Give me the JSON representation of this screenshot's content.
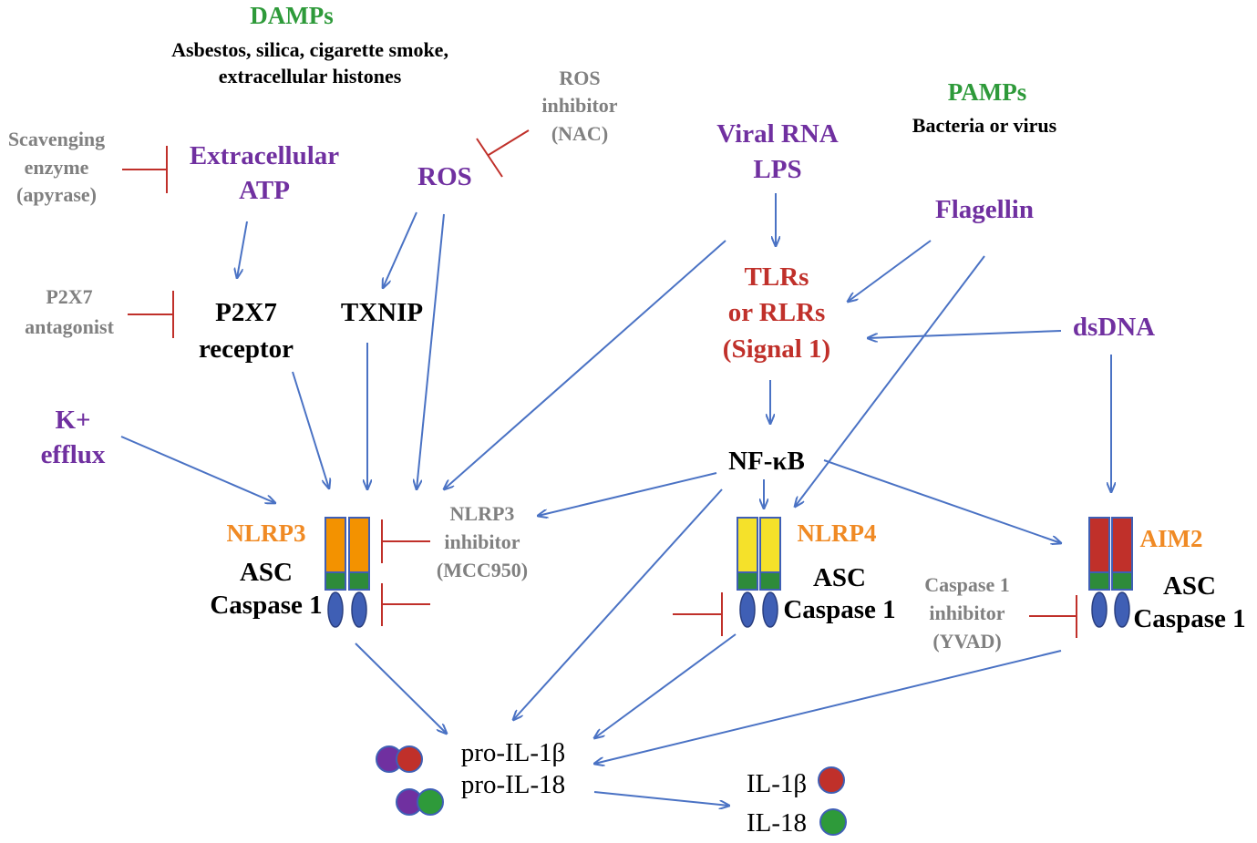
{
  "damps": {
    "title": "DAMPs",
    "line1": "Asbestos, silica, cigarette smoke,",
    "line2": "extracellular histones"
  },
  "pamps": {
    "title": "PAMPs",
    "subtitle": "Bacteria or virus"
  },
  "scavenging": {
    "line1": "Scavenging",
    "line2": "enzyme",
    "line3": "(apyrase)"
  },
  "extracellular_atp": {
    "line1": "Extracellular",
    "line2": "ATP"
  },
  "ros_inhibitor": {
    "line1": "ROS",
    "line2": "inhibitor",
    "line3": "(NAC)"
  },
  "ros": "ROS",
  "viral_rna": {
    "line1": "Viral RNA",
    "line2": "LPS"
  },
  "flagellin": "Flagellin",
  "p2x7_antagonist": {
    "line1": "P2X7",
    "line2": "antagonist"
  },
  "p2x7_receptor": {
    "line1": "P2X7",
    "line2": "receptor"
  },
  "txnip": "TXNIP",
  "tlrs": {
    "line1": "TLRs",
    "line2": "or RLRs",
    "line3": "(Signal 1)"
  },
  "dsdna": "dsDNA",
  "k_efflux": {
    "line1": "K+",
    "line2": "efflux"
  },
  "nfkb": "NF-κB",
  "nlrp3_inhibitor": {
    "line1": "NLRP3",
    "line2": "inhibitor",
    "line3": "(MCC950)"
  },
  "caspase_inhibitor": {
    "line1": "Caspase 1",
    "line2": "inhibitor",
    "line3": "(YVAD)"
  },
  "nlrp3_complex": {
    "name": "NLRP3",
    "asc": "ASC",
    "caspase": "Caspase 1"
  },
  "nlrp4_complex": {
    "name": "NLRP4",
    "asc": "ASC",
    "caspase": "Caspase 1"
  },
  "aim2_complex": {
    "name": "AIM2",
    "asc": "ASC",
    "caspase": "Caspase 1"
  },
  "pro_il1b": "pro-IL-1β",
  "pro_il18": "pro-IL-18",
  "il1b": "IL-1β",
  "il18": "IL-18",
  "colors": {
    "arrow": "#4a72c4",
    "inhibition": "#c0302a",
    "nlrp3_sensor": "#f39200",
    "nlrp4_sensor": "#f5e12a",
    "aim2_sensor": "#c0302a",
    "asc_domain": "#2e8b3a",
    "caspase_domain": "#3f5fb5",
    "il1b_ball": "#c0302a",
    "il18_ball": "#2e9a3a",
    "pro_ball": "#7030a0"
  }
}
